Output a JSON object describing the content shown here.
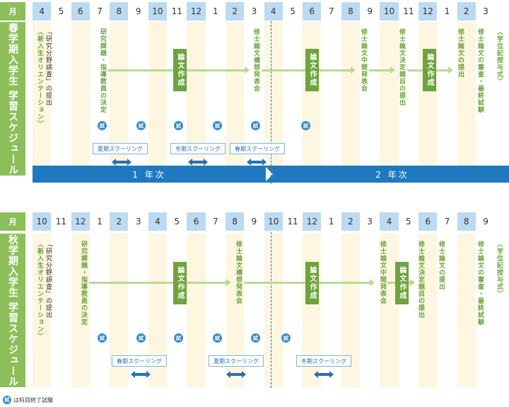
{
  "spring": {
    "month_label": "月",
    "title": "春学期入学生 学習スケジュール",
    "months": [
      "4",
      "5",
      "6",
      "7",
      "8",
      "9",
      "10",
      "11",
      "12",
      "1",
      "2",
      "3",
      "4",
      "5",
      "6",
      "7",
      "8",
      "9",
      "10",
      "11",
      "12",
      "1",
      "2",
      "3"
    ],
    "events": {
      "research_field": "「研究分野調査」の提出",
      "orientation": "〈新入生オリエンテーション〉",
      "topic_decision": "研究課題・指導教員の決定",
      "plan_presentation": "修士論文構想発表会",
      "ronbun1": "論文作成",
      "ronbun2": "論文作成",
      "ronbun3": "論文作成",
      "mid_presentation": "修士論文中間発表会",
      "title_submit": "修士論文決定題目の提出",
      "thesis_submit": "修士論文の提出",
      "final_exam": "修士論文の審査・最終試験",
      "degree": "〈学位記授与式〉"
    },
    "schooling": [
      "夏期スクーリング",
      "冬期スクーリング",
      "春期スクーリング"
    ],
    "exam_mark": "試"
  },
  "years": {
    "first": "1 年次",
    "second": "2 年次"
  },
  "autumn": {
    "month_label": "月",
    "title": "秋学期入学生 学習スケジュール",
    "months": [
      "10",
      "11",
      "12",
      "1",
      "2",
      "3",
      "4",
      "5",
      "6",
      "7",
      "8",
      "9",
      "10",
      "11",
      "12",
      "1",
      "2",
      "3",
      "4",
      "5",
      "6",
      "7",
      "8",
      "9"
    ],
    "events": {
      "research_field": "「研究分野調査」の提出",
      "orientation": "〈新入生オリエンテーション〉",
      "topic_decision": "研究課題・指導教員の決定",
      "plan_presentation": "修士論文構想発表会",
      "ronbun1": "論文作成",
      "ronbun2": "論文作成",
      "ronbun3": "論文作成",
      "mid_presentation": "修士論文中間発表会",
      "title_submit": "修士論文決定題目の提出",
      "thesis_submit": "修士論文の提出",
      "final_exam": "修士論文の審査・最終試験",
      "degree": "〈学位記授与式〉"
    },
    "schooling": [
      "春期スクーリング",
      "夏期スクーリング",
      "冬期スクーリング"
    ],
    "exam_mark": "試"
  },
  "legend": {
    "mark": "試",
    "text": "は科目終了試験"
  }
}
